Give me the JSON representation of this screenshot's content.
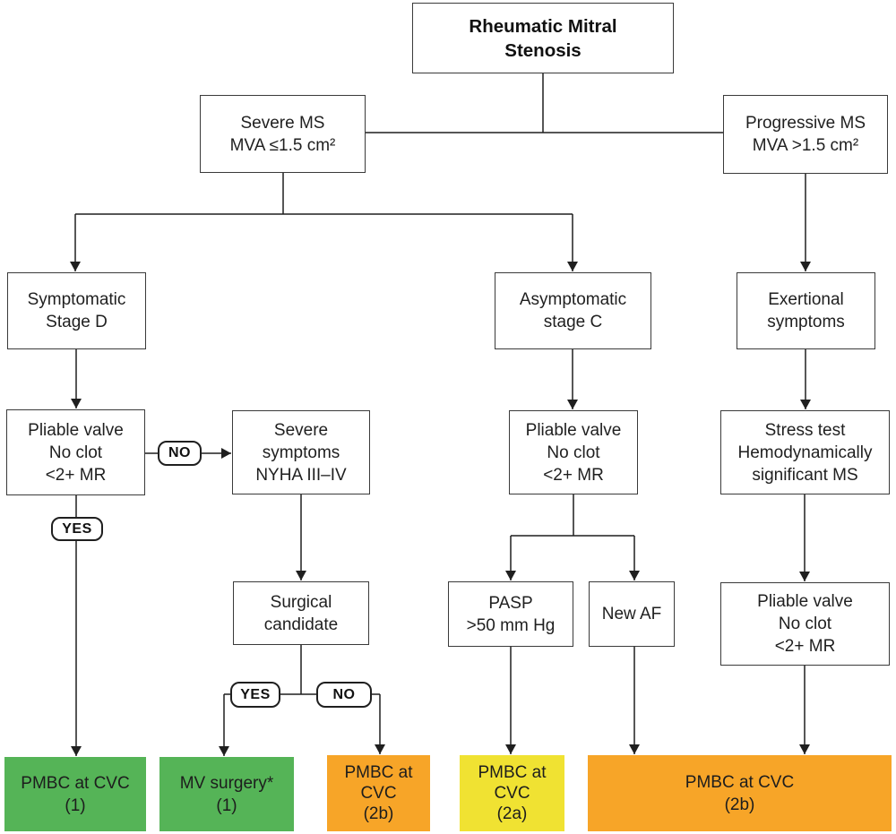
{
  "nodes": {
    "root": {
      "lines": [
        "Rheumatic Mitral",
        "Stenosis"
      ]
    },
    "severe_ms": {
      "lines": [
        "Severe MS",
        "MVA ≤1.5 cm²"
      ]
    },
    "progressive_ms": {
      "lines": [
        "Progressive MS",
        "MVA >1.5 cm²"
      ]
    },
    "symptomatic_d": {
      "lines": [
        "Symptomatic",
        "Stage D"
      ]
    },
    "asymptomatic_c": {
      "lines": [
        "Asymptomatic",
        "stage C"
      ]
    },
    "exertional": {
      "lines": [
        "Exertional",
        "symptoms"
      ]
    },
    "pliable_left": {
      "lines": [
        "Pliable valve",
        "No clot",
        "<2+ MR"
      ]
    },
    "severe_symptoms": {
      "lines": [
        "Severe",
        "symptoms",
        "NYHA III–IV"
      ]
    },
    "pliable_mid": {
      "lines": [
        "Pliable valve",
        "No clot",
        "<2+ MR"
      ]
    },
    "stress_test": {
      "lines": [
        "Stress test",
        "Hemodynamically",
        "significant MS"
      ]
    },
    "surgical_candidate": {
      "lines": [
        "Surgical",
        "candidate"
      ]
    },
    "pasp": {
      "lines": [
        "PASP",
        ">50 mm Hg"
      ]
    },
    "new_af": {
      "lines": [
        "New AF"
      ]
    },
    "pliable_right": {
      "lines": [
        "Pliable valve",
        "No clot",
        "<2+ MR"
      ]
    },
    "pmbc_cvc_1": {
      "lines": [
        "PMBC at CVC",
        "(1)"
      ]
    },
    "mv_surgery_1": {
      "lines": [
        "MV surgery*",
        "(1)"
      ]
    },
    "pmbc_cvc_2b_small": {
      "lines": [
        "PMBC at",
        "CVC",
        "(2b)"
      ]
    },
    "pmbc_cvc_2a": {
      "lines": [
        "PMBC at",
        "CVC",
        "(2a)"
      ]
    },
    "pmbc_cvc_2b_wide": {
      "lines": [
        "PMBC at CVC",
        "(2b)"
      ]
    }
  },
  "decision_labels": {
    "yes": "YES",
    "no": "NO"
  },
  "colors": {
    "class_1_green": "#55b457",
    "class_2a_yellow": "#f0e232",
    "class_2b_orange": "#f7a528"
  }
}
